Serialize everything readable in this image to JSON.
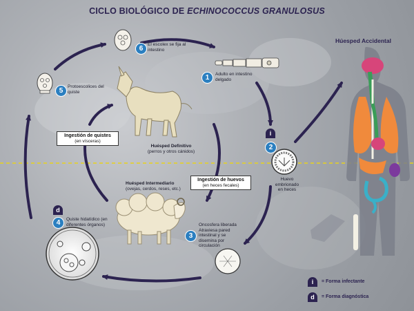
{
  "title_prefix": "CICLO BIOLÓGICO DE",
  "title_species": "ECHINOCOCCUS GRANULOSUS",
  "human_label": "Húesped Accidental",
  "steps": [
    {
      "num": "1",
      "text": "Adulto en intestino delgado"
    },
    {
      "num": "2",
      "text": "Huevo embrionado en heces"
    },
    {
      "num": "3",
      "text": "Oncosfera liberada Atraviesa pared intestinal y se disemina por circulación"
    },
    {
      "num": "4",
      "text": "Quiste hidatídico (en diferentes órganos)"
    },
    {
      "num": "5",
      "text": "Protoescolices del quiste"
    },
    {
      "num": "6",
      "text": "El escolex se fija al intestino"
    }
  ],
  "boxes": {
    "cysts": {
      "title": "Ingestión de quistes",
      "sub": "(en vísceras)"
    },
    "eggs": {
      "title": "Ingestión de huevos",
      "sub": "(en heces fecales)"
    }
  },
  "hosts": {
    "definitive": {
      "title": "Huésped Definitivo",
      "sub": "(perros y otros cánidos)"
    },
    "intermediate": {
      "title": "Huésped Intermediario",
      "sub": "(ovejas, cerdos, reses, etc.)"
    }
  },
  "markers": {
    "infective": "i",
    "diagnostic": "d"
  },
  "legend": {
    "infective": "= Forma infectante",
    "diagnostic": "= Forma diagnóstica"
  },
  "colors": {
    "arrow": "#2c2350",
    "badge": "#2b7fc0",
    "dashed": "#e8d21c"
  }
}
